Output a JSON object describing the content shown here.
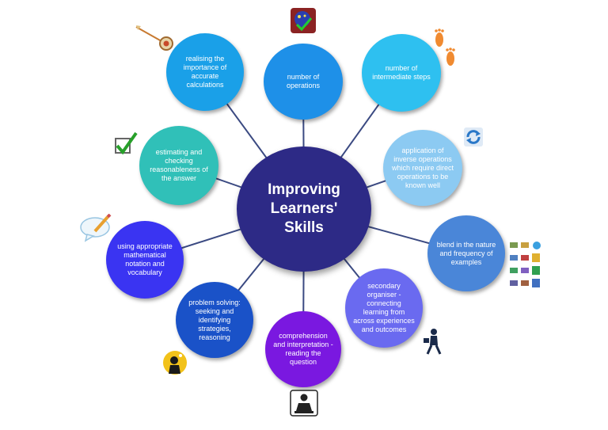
{
  "center": {
    "title": "Improving Learners' Skills",
    "color": "#2d2a86"
  },
  "nodes": [
    {
      "text": "number of operations",
      "color": "#1e90e8"
    },
    {
      "text": "number of intermediate steps",
      "color": "#2ec0f0"
    },
    {
      "text": "application of inverse operations which require direct operations to be known well",
      "color": "#8ccaf2"
    },
    {
      "text": "blend in the nature and frequency of examples",
      "color": "#4a86d8"
    },
    {
      "text": "secondary organiser - connecting learning from across experiences and outcomes",
      "color": "#6a6af0"
    },
    {
      "text": "comprehension and interpretation - reading the question",
      "color": "#7a18e0"
    },
    {
      "text": "problem solving: seeking and identifying strategies, reasoning",
      "color": "#1a52c8"
    },
    {
      "text": "using appropriate mathematical notation and vocabulary",
      "color": "#3a34f2"
    },
    {
      "text": "estimating and checking reasonableness of the answer",
      "color": "#30c0b8"
    },
    {
      "text": "realising the importance of accurate calculations",
      "color": "#1aa0e8"
    }
  ],
  "icons": [
    "brain-check-icon",
    "footprints-icon",
    "refresh-icon",
    "computer-network-icon",
    "walking-person-icon",
    "reading-person-icon",
    "thinking-person-icon",
    "speech-bubble-pencil-icon",
    "checkbox-tick-icon",
    "arrow-target-icon"
  ]
}
